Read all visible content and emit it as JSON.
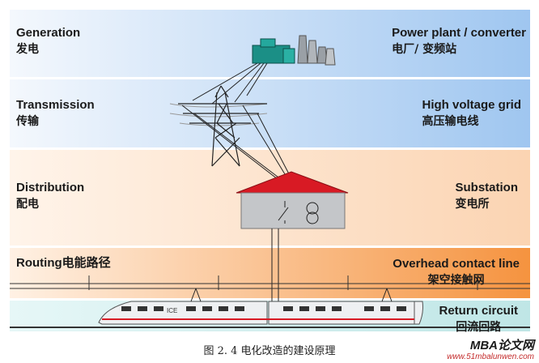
{
  "layers": [
    {
      "left_en": "Generation",
      "left_zh": "发电",
      "right_en": "Power plant / converter",
      "right_zh": "电厂/ 变频站"
    },
    {
      "left_en": "Transmission",
      "left_zh": "传输",
      "right_en": "High voltage grid",
      "right_zh": "高压输电线"
    },
    {
      "left_en": "Distribution",
      "left_zh": "配电",
      "right_en": "Substation",
      "right_zh": "变电所"
    },
    {
      "left_en": "Routing电能路径",
      "left_zh": "",
      "right_en": "Overhead contact line",
      "right_zh": "架空接触网"
    },
    {
      "left_en": "",
      "left_zh": "",
      "right_en": "Return circuit",
      "right_zh": "回流回路"
    }
  ],
  "train_label": "ICE",
  "caption": "图 2. 4 电化改造的建设原理",
  "watermark": {
    "brand": "MBA论文网",
    "url": "www.51mbalunwen.com"
  },
  "colors": {
    "blue_top": "#eef5fd",
    "blue_bottom": "#a9ccf2",
    "orange_light": "#fde9d7",
    "orange": "#f6a05c",
    "teal": "#cfeeee",
    "roof": "#d81a24",
    "plant": "#1b8f86"
  }
}
